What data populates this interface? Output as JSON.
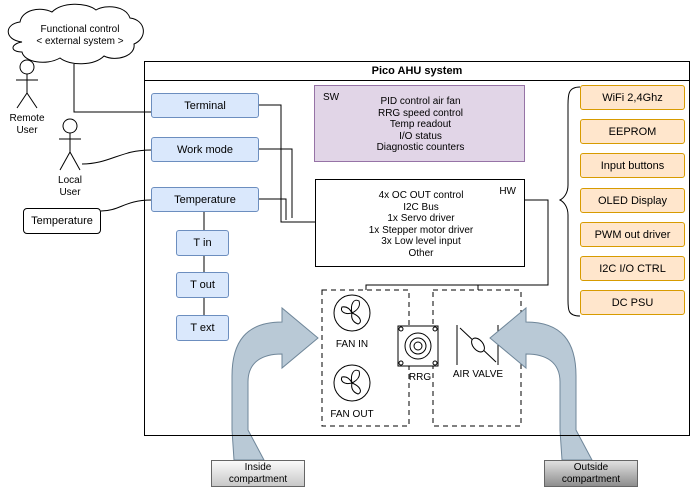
{
  "cloud": {
    "line1": "Functional control",
    "line2": "< external system >"
  },
  "actors": {
    "remote": {
      "line1": "Remote",
      "line2": "User"
    },
    "local": {
      "line1": "Local",
      "line2": "User"
    }
  },
  "external_temperature": "Temperature",
  "system": {
    "title": "Pico AHU system"
  },
  "left_boxes": {
    "terminal": "Terminal",
    "work_mode": "Work mode",
    "temperature": "Temperature"
  },
  "temps": [
    "T in",
    "T out",
    "T ext"
  ],
  "sw": {
    "tag": "SW",
    "lines": [
      "PID control air fan",
      "RRG speed control",
      "Temp readout",
      "I/O status",
      "Diagnostic counters"
    ]
  },
  "hw": {
    "tag": "HW",
    "lines": [
      "4x OC OUT control",
      "I2C Bus",
      "1x Servo driver",
      "1x Stepper motor driver",
      "3x Low level input",
      "Other"
    ]
  },
  "peripherals": [
    "WiFi 2,4Ghz",
    "EEPROM",
    "Input buttons",
    "OLED Display",
    "PWM out driver",
    "I2C I/O CTRL",
    "DC PSU"
  ],
  "devices": {
    "fan_in": "FAN IN",
    "fan_out": "FAN OUT",
    "rrg": "RRG",
    "air_valve": "AIR VALVE"
  },
  "compartments": {
    "inside": {
      "line1": "Inside",
      "line2": "compartment"
    },
    "outside": {
      "line1": "Outside",
      "line2": "compartment"
    }
  },
  "colors": {
    "blue_fill": "#dae8fc",
    "orange_fill": "#ffe6cc",
    "purple_fill": "#e1d5e7",
    "arrow_fill": "#b9c9d6"
  }
}
